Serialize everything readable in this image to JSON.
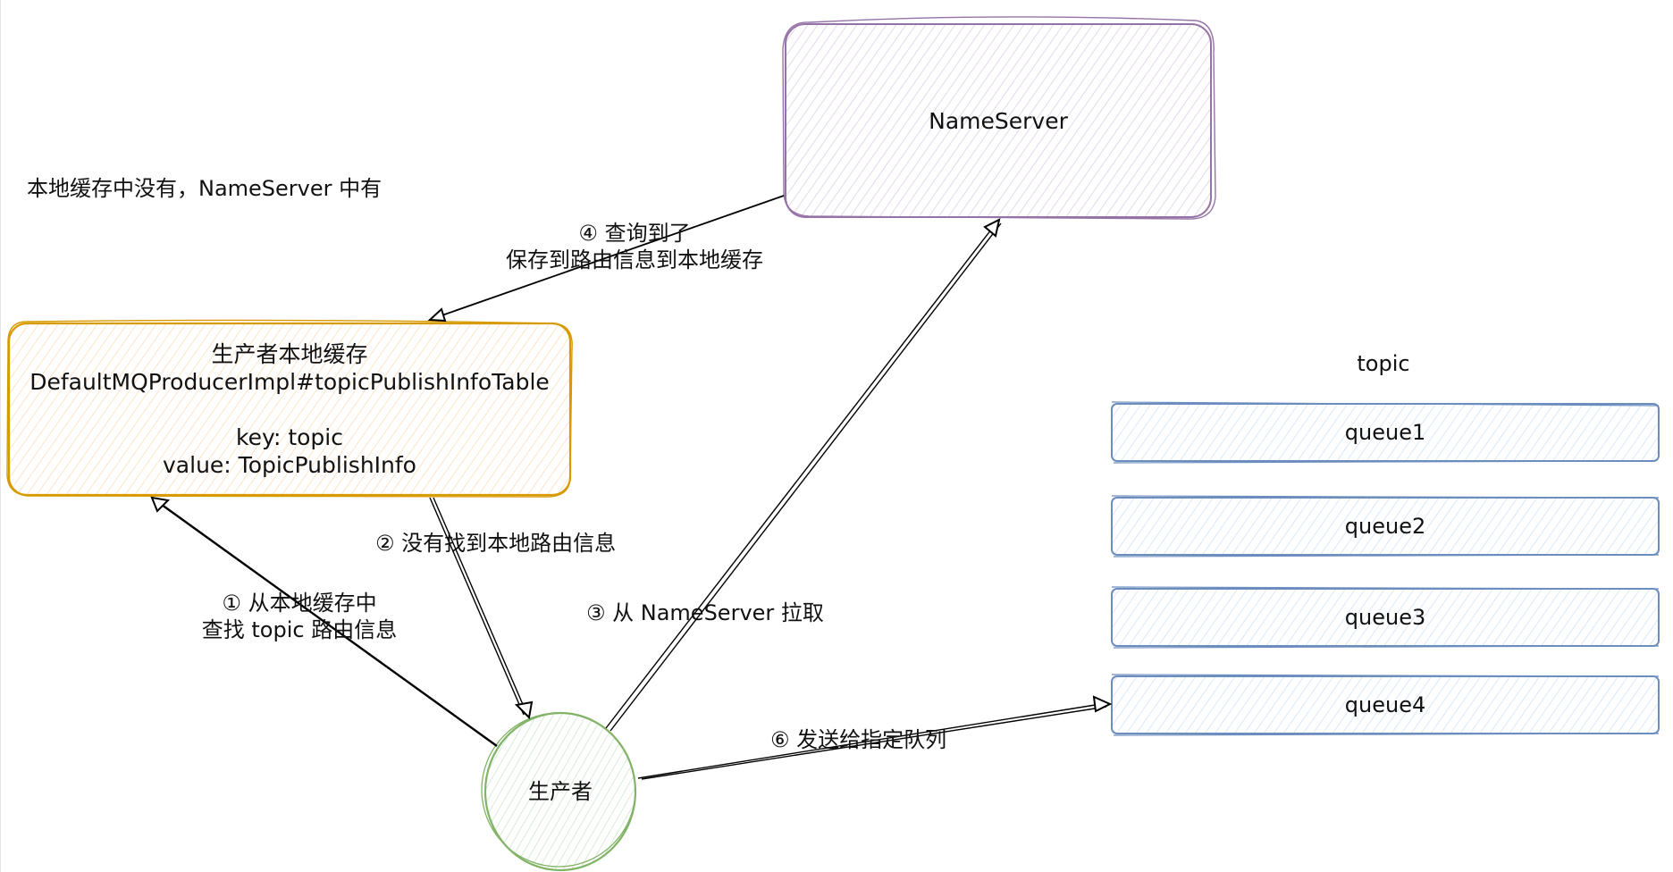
{
  "diagram": {
    "title_note": "本地缓存中没有，NameServer 中有",
    "nodes": {
      "nameserver": {
        "label": "NameServer",
        "stroke": "#9673a6",
        "fill": "#e1d5e7"
      },
      "local_cache": {
        "title": "生产者本地缓存",
        "class_field": "DefaultMQProducerImpl#topicPublishInfoTable",
        "key_line": "key: topic",
        "value_line": "value: TopicPublishInfo",
        "stroke": "#d79b00",
        "fill": "#ffe6cc"
      },
      "producer": {
        "label": "生产者",
        "stroke": "#82b366",
        "fill": "#d5e8d4"
      },
      "topic": {
        "label": "topic",
        "queues": [
          "queue1",
          "queue2",
          "queue3",
          "queue4"
        ],
        "stroke": "#6c8ebf",
        "fill": "#dae8fc"
      }
    },
    "edges": [
      {
        "id": "step1",
        "from": "producer",
        "to": "local_cache",
        "label_line1": "① 从本地缓存中",
        "label_line2": "查找 topic 路由信息"
      },
      {
        "id": "step2",
        "from": "local_cache",
        "to": "producer",
        "label_line1": "② 没有找到本地路由信息"
      },
      {
        "id": "step3",
        "from": "producer",
        "to": "nameserver",
        "label_line1": "③ 从 NameServer 拉取"
      },
      {
        "id": "step4",
        "from": "nameserver",
        "to": "local_cache",
        "label_line1": "④ 查询到了",
        "label_line2": "保存到路由信息到本地缓存"
      },
      {
        "id": "step6",
        "from": "producer",
        "to": "queue4",
        "label_line1": "⑥ 发送给指定队列"
      }
    ],
    "edge_color": "#000000"
  }
}
